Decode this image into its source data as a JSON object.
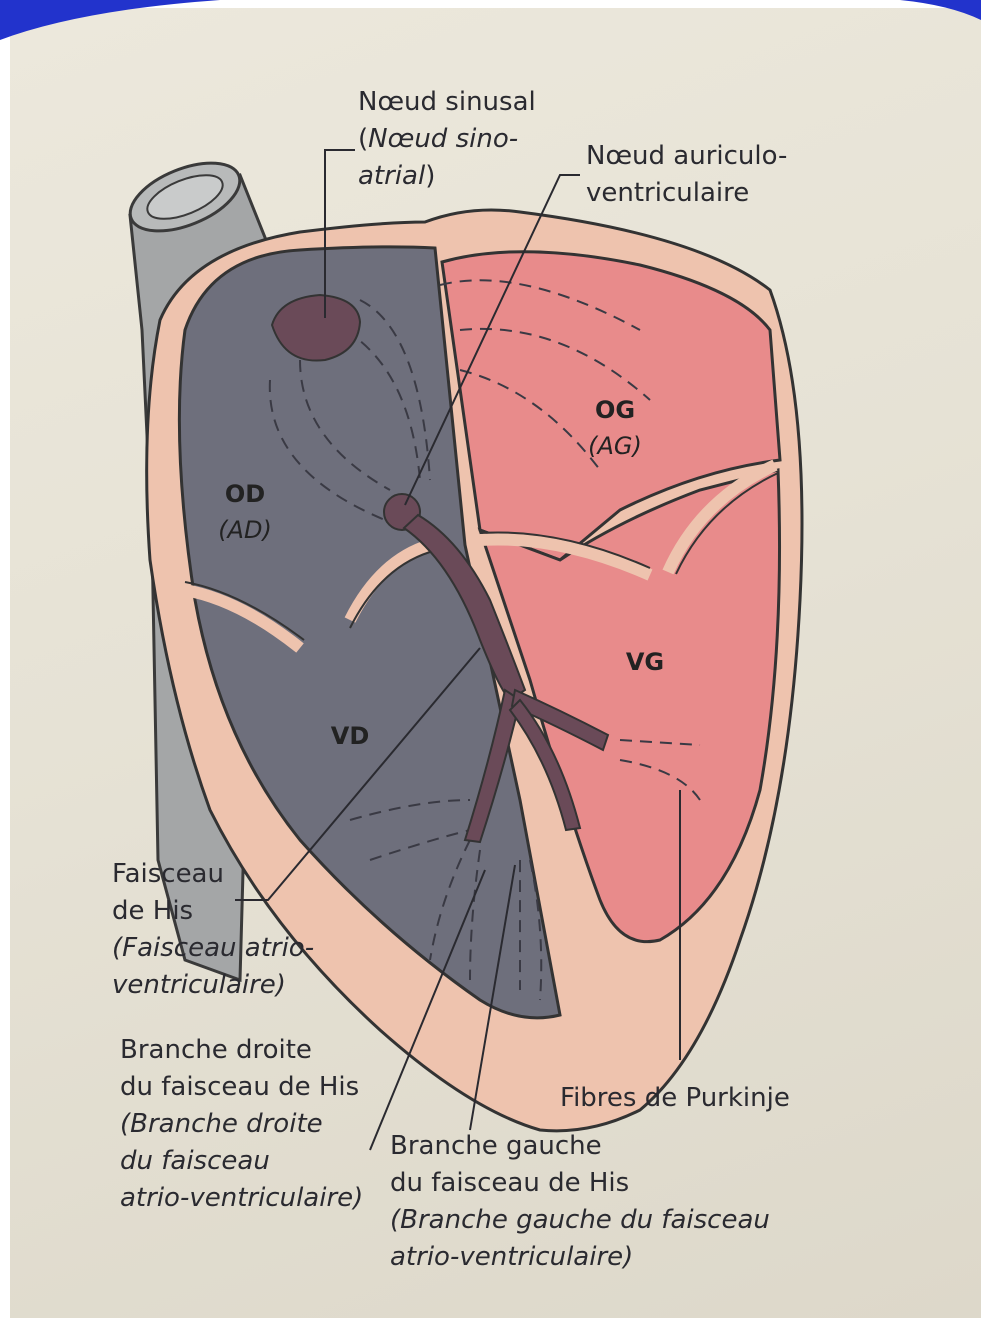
{
  "labels": {
    "sinus_node": {
      "name": "Nœud sinusal",
      "alt_prefix": "(",
      "alt": "Nœud sino-",
      "alt2": "atrial",
      "alt_suffix": ")"
    },
    "av_node": {
      "line1": "Nœud auriculo-",
      "line2": "ventriculaire"
    },
    "his_bundle": {
      "line1": "Faisceau",
      "line2": "de His",
      "alt1": "(Faisceau atrio-",
      "alt2": "ventriculaire)"
    },
    "right_branch": {
      "line1": "Branche droite",
      "line2": "du faisceau de His",
      "alt1": "(Branche droite",
      "alt2": "du faisceau",
      "alt3": "atrio-ventriculaire)"
    },
    "left_branch": {
      "line1": "Branche gauche",
      "line2": "du faisceau de His",
      "alt1": "(Branche gauche du faisceau",
      "alt2": "atrio-ventriculaire)"
    },
    "purkinje": {
      "text": "Fibres de Purkinje"
    }
  },
  "regions": {
    "right_atrium": {
      "abbr": "OD",
      "alt": "(AD)"
    },
    "left_atrium": {
      "abbr": "OG",
      "alt": "(AG)"
    },
    "right_ventricle": {
      "abbr": "VD"
    },
    "left_ventricle": {
      "abbr": "VG"
    }
  },
  "colors": {
    "right_heart": "#6e6f7c",
    "left_heart": "#e88b8b",
    "wall": "#eec3ae",
    "conduction": "#6a4a58",
    "vessel": "#a4a6a7",
    "page": "#e8e4d8",
    "ink": "#2a2a30"
  }
}
